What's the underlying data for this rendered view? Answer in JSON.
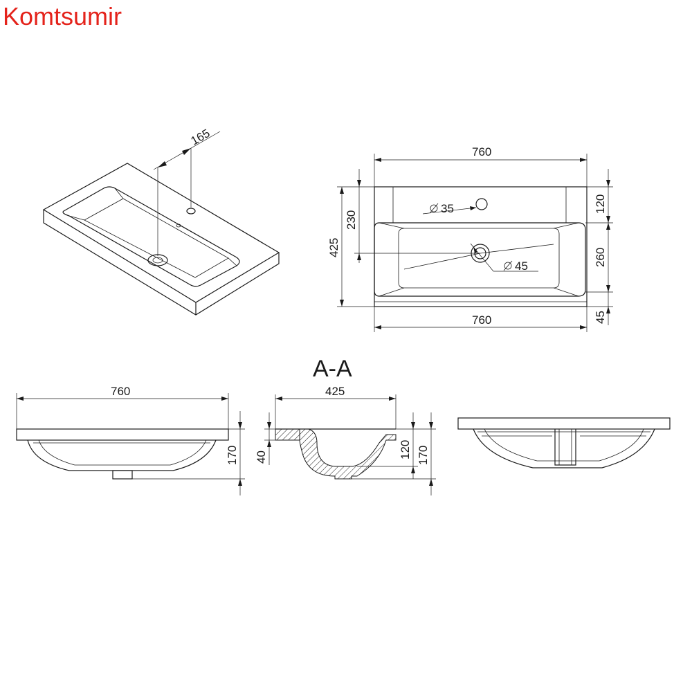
{
  "brand": {
    "name": "Komtsumir",
    "color": "#e4231b"
  },
  "isometric": {
    "dim_tap_offset": "165"
  },
  "top_view": {
    "width_top": "760",
    "width_bottom": "760",
    "depth_total": "425",
    "depth_to_drain": "230",
    "rim_back": "120",
    "bowl_depth": "260",
    "rim_front": "45",
    "tap_hole": "35",
    "drain_hole": "45"
  },
  "section_label": "A-A",
  "front_view": {
    "width": "760",
    "height": "170"
  },
  "section_view": {
    "depth": "425",
    "rim_height": "40",
    "bowl_height": "120",
    "total_height": "170"
  }
}
